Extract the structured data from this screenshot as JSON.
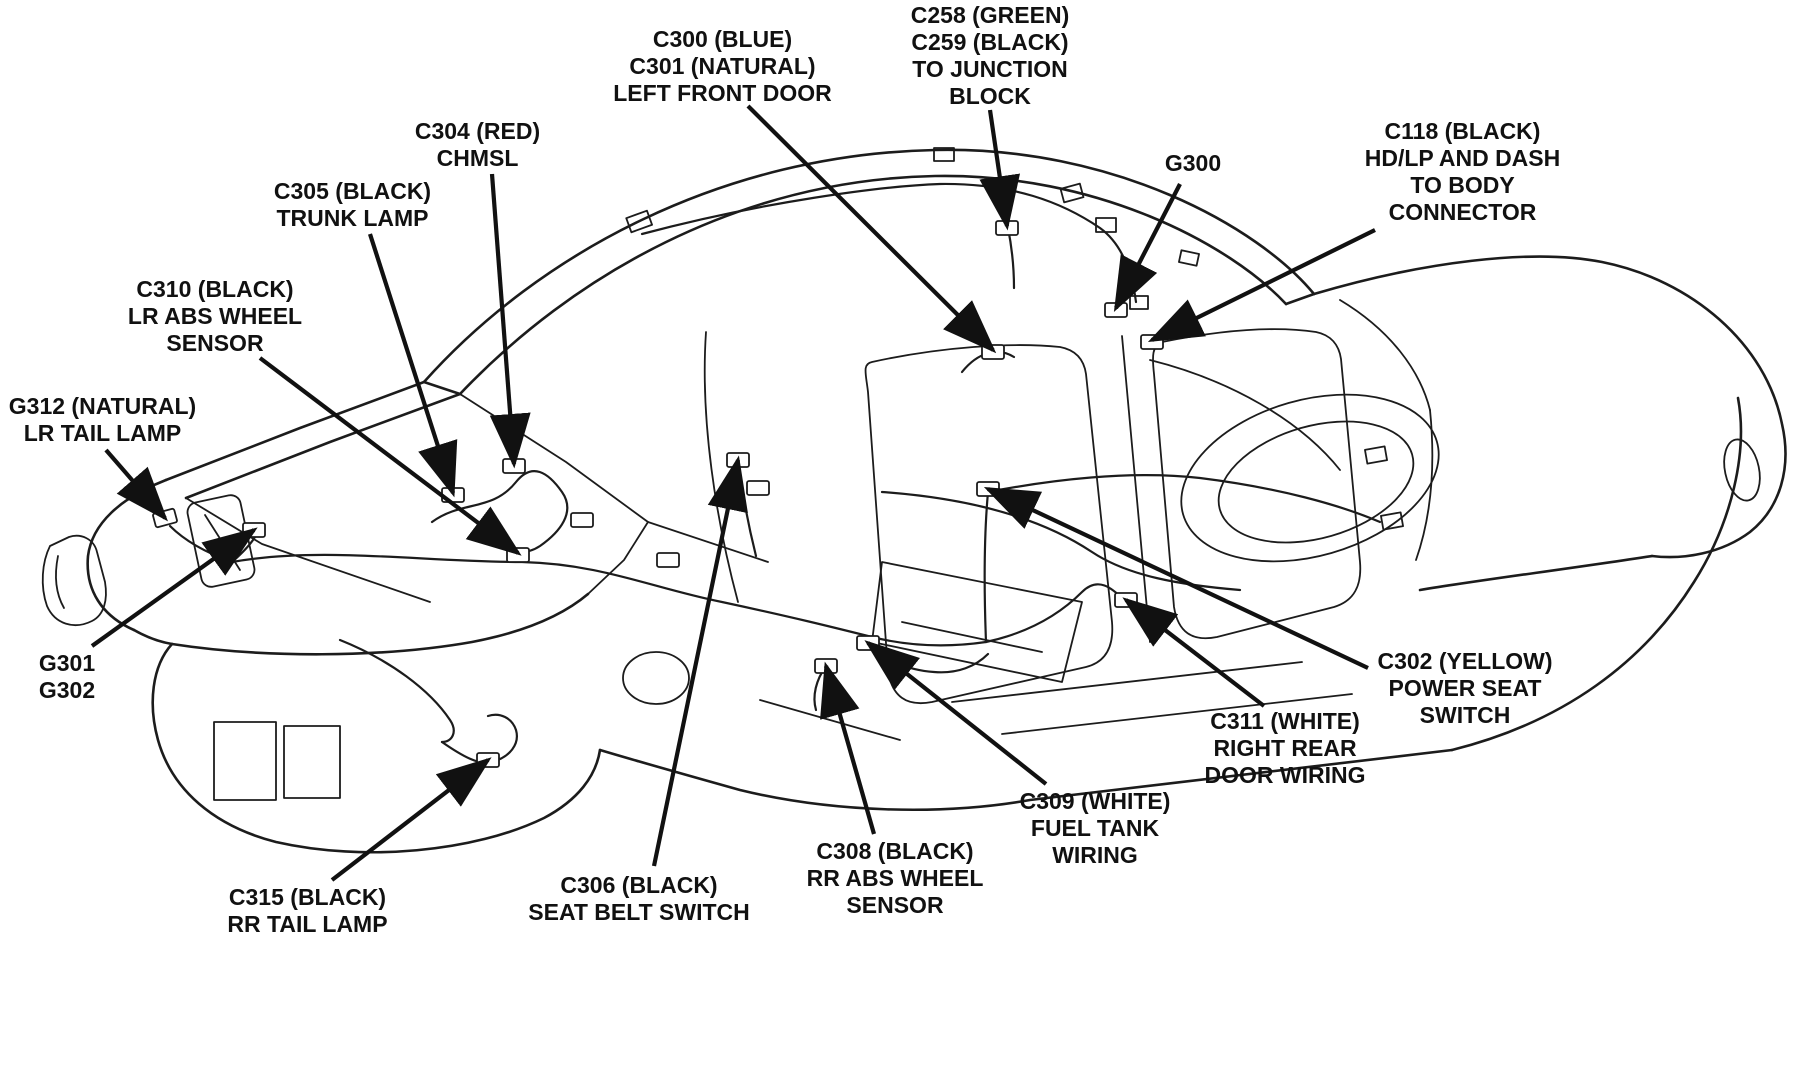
{
  "diagram": {
    "kind": "vehicle-body-wiring-connector-locations",
    "colors": {
      "background": "#ffffff",
      "line": "#1c1c1c",
      "text": "#111111"
    },
    "labels": [
      {
        "id": "c258-c259",
        "text": "C258 (GREEN)\nC259 (BLACK)\nTO JUNCTION\nBLOCK"
      },
      {
        "id": "c300-c301",
        "text": "C300 (BLUE)\nC301 (NATURAL)\nLEFT FRONT DOOR"
      },
      {
        "id": "c118",
        "text": "C118 (BLACK)\nHD/LP AND DASH\nTO BODY\nCONNECTOR"
      },
      {
        "id": "c304",
        "text": "C304 (RED)\nCHMSL"
      },
      {
        "id": "g300",
        "text": "G300"
      },
      {
        "id": "c305",
        "text": "C305 (BLACK)\nTRUNK LAMP"
      },
      {
        "id": "c310",
        "text": "C310 (BLACK)\nLR ABS WHEEL\nSENSOR"
      },
      {
        "id": "g312",
        "text": "G312 (NATURAL)\nLR TAIL LAMP"
      },
      {
        "id": "g301-g302",
        "text": "G301\nG302"
      },
      {
        "id": "c302",
        "text": "C302 (YELLOW)\nPOWER SEAT\nSWITCH"
      },
      {
        "id": "c311",
        "text": "C311 (WHITE)\nRIGHT REAR\nDOOR WIRING"
      },
      {
        "id": "c309",
        "text": "C309 (WHITE)\nFUEL TANK\nWIRING"
      },
      {
        "id": "c308",
        "text": "C308 (BLACK)\nRR ABS WHEEL\nSENSOR"
      },
      {
        "id": "c306",
        "text": "C306 (BLACK)\nSEAT BELT SWITCH"
      },
      {
        "id": "c315",
        "text": "C315 (BLACK)\nRR TAIL LAMP"
      }
    ]
  }
}
